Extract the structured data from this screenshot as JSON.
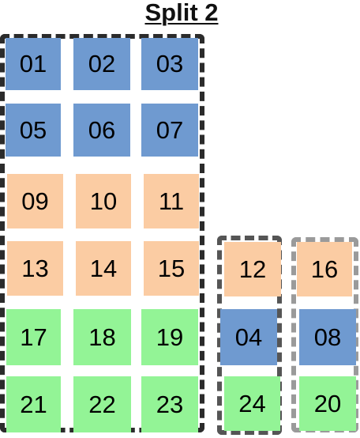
{
  "title": "Split 2",
  "colors": {
    "blue": "#6f9ad0",
    "orange": "#fbcca3",
    "green": "#93f496",
    "border_main": "#2b2b2b",
    "border_b": "#555555",
    "border_c": "#9a9a9a"
  },
  "tiles": [
    {
      "label": "01",
      "color": "blue"
    },
    {
      "label": "02",
      "color": "blue"
    },
    {
      "label": "03",
      "color": "blue"
    },
    {
      "label": "05",
      "color": "blue"
    },
    {
      "label": "06",
      "color": "blue"
    },
    {
      "label": "07",
      "color": "blue"
    },
    {
      "label": "09",
      "color": "orange"
    },
    {
      "label": "10",
      "color": "orange"
    },
    {
      "label": "11",
      "color": "orange"
    },
    {
      "label": "13",
      "color": "orange"
    },
    {
      "label": "14",
      "color": "orange"
    },
    {
      "label": "15",
      "color": "orange"
    },
    {
      "label": "17",
      "color": "green"
    },
    {
      "label": "18",
      "color": "green"
    },
    {
      "label": "19",
      "color": "green"
    },
    {
      "label": "21",
      "color": "green"
    },
    {
      "label": "22",
      "color": "green"
    },
    {
      "label": "23",
      "color": "green"
    },
    {
      "label": "12",
      "color": "orange"
    },
    {
      "label": "04",
      "color": "blue"
    },
    {
      "label": "24",
      "color": "green"
    },
    {
      "label": "16",
      "color": "orange"
    },
    {
      "label": "08",
      "color": "blue"
    },
    {
      "label": "20",
      "color": "green"
    }
  ]
}
